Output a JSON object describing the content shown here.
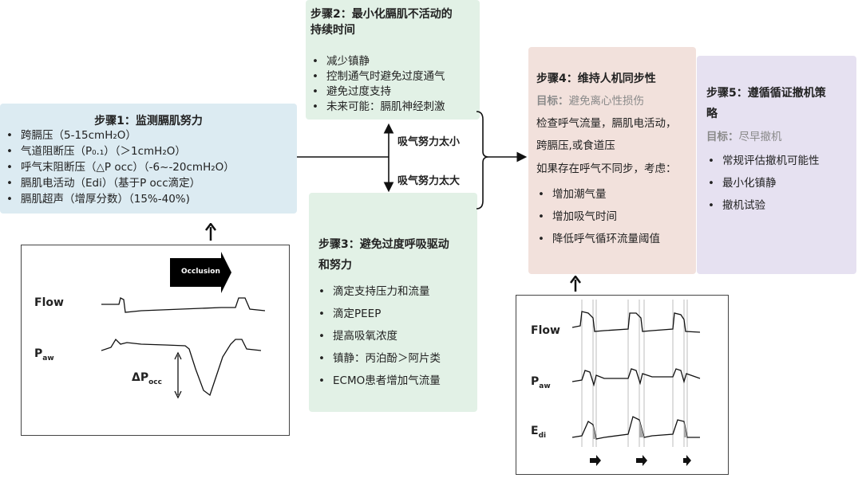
{
  "step1": {
    "title": "步骤1：监测膈肌努力",
    "items": [
      "跨膈压（5-15cmH₂O）",
      "气道阻断压（P₀.₁）（＞1cmH₂O）",
      "呼气末阻断压（△P occ）（-6~-20cmH₂O）",
      "膈肌电活动（Edi）（基于P occ滴定）",
      "膈肌超声（增厚分数）（15%-40%)"
    ]
  },
  "step2": {
    "title_line1": "步骤2：最小化膈肌不活动的",
    "title_line2": "持续时间",
    "items": [
      "减少镇静",
      "控制通气时避免过度通气",
      "避免过度支持",
      "未来可能：膈肌神经刺激"
    ]
  },
  "step3": {
    "title_line1": "步骤3：避免过度呼吸驱动",
    "title_line2": "和努力",
    "items": [
      "滴定支持压力和流量",
      "滴定PEEP",
      "提高吸氧浓度",
      "镇静：丙泊酚＞阿片类",
      "ECMO患者增加气流量"
    ]
  },
  "step4": {
    "title": "步骤4：维持人机同步性",
    "goal_label": "目标：",
    "goal_text": "避免离心性损伤",
    "line1": "检查呼气流量，膈肌电活动，",
    "line2": "跨膈压,或食道压",
    "line3": "如果存在呼气不同步，考虑：",
    "items": [
      "增加潮气量",
      "增加吸气时间",
      "降低呼气循环流量阈值"
    ]
  },
  "step5": {
    "title_line1": "步骤5：遵循循证撤机策",
    "title_line2": "略",
    "goal_label": "目标：",
    "goal_text": "尽早撤机",
    "items": [
      "常规评估撤机可能性",
      "最小化镇静",
      "撤机试验"
    ]
  },
  "branch": {
    "low": "吸气努力太小",
    "high": "吸气努力太大"
  },
  "waveform_left": {
    "occlusion": "Occlusion",
    "flow": "Flow",
    "paw": "P",
    "paw_sub": "aw",
    "delta": "ΔP",
    "delta_sub": "occ"
  },
  "waveform_right": {
    "flow": "Flow",
    "paw": "P",
    "paw_sub": "aw",
    "edi": "E",
    "edi_sub": "di"
  }
}
